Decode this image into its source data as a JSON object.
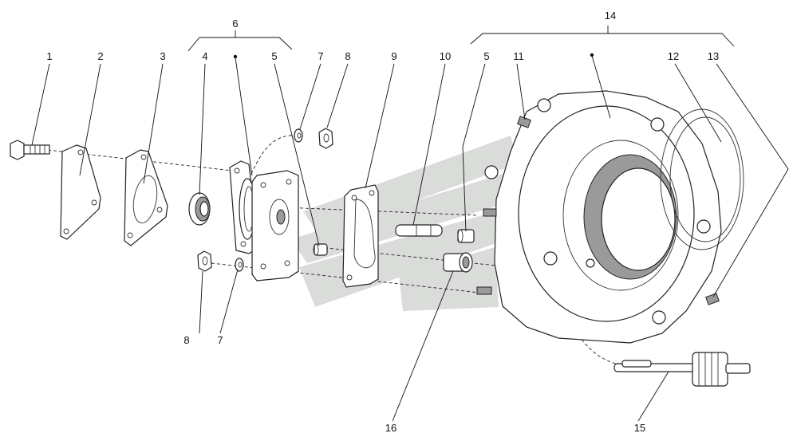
{
  "callouts": [
    {
      "id": "c1",
      "text": "1"
    },
    {
      "id": "c2",
      "text": "2"
    },
    {
      "id": "c3",
      "text": "3"
    },
    {
      "id": "c4",
      "text": "4"
    },
    {
      "id": "c5a",
      "text": "5"
    },
    {
      "id": "c5b",
      "text": "5"
    },
    {
      "id": "c6",
      "text": "6"
    },
    {
      "id": "c7a",
      "text": "7"
    },
    {
      "id": "c7b",
      "text": "7"
    },
    {
      "id": "c8a",
      "text": "8"
    },
    {
      "id": "c8b",
      "text": "8"
    },
    {
      "id": "c9",
      "text": "9"
    },
    {
      "id": "c10",
      "text": "10"
    },
    {
      "id": "c11",
      "text": "11"
    },
    {
      "id": "c12",
      "text": "12"
    },
    {
      "id": "c13",
      "text": "13"
    },
    {
      "id": "c14",
      "text": "14"
    },
    {
      "id": "c15",
      "text": "15"
    },
    {
      "id": "c16",
      "text": "16"
    }
  ],
  "watermark": {
    "icon": "stripe-logo-watermark",
    "color": "#d9dcd9"
  },
  "colors": {
    "line": "#222222",
    "background": "#ffffff",
    "shade": "#9a9a9a"
  }
}
